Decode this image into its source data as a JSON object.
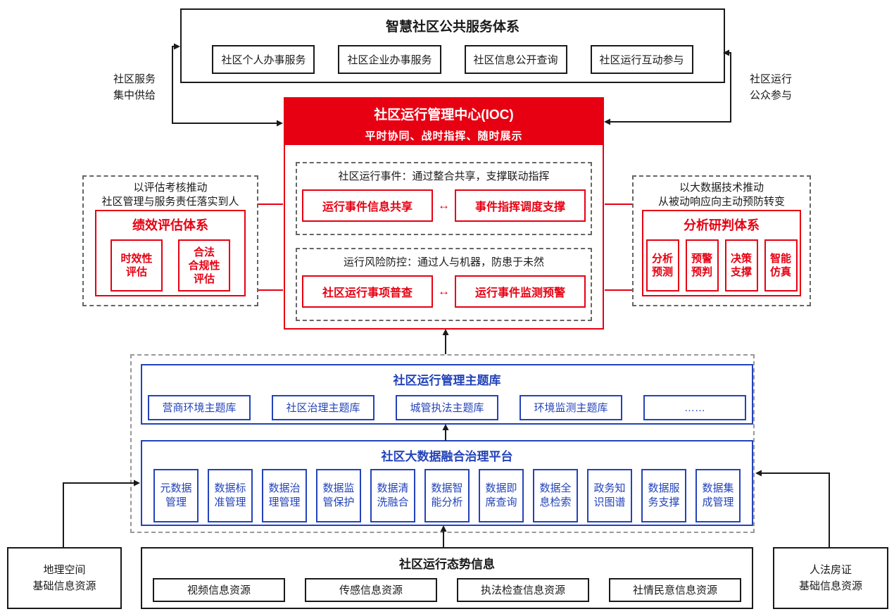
{
  "colors": {
    "red": "#e60012",
    "blue": "#2343b9",
    "black": "#1a1a1a",
    "dash_gray": "#808080"
  },
  "top_system": {
    "title": "智慧社区公共服务体系",
    "items": [
      "社区个人办事服务",
      "社区企业办事服务",
      "社区信息公开查询",
      "社区运行互动参与"
    ]
  },
  "side_labels": {
    "left": "社区服务\n集中供给",
    "right": "社区运行\n公众参与"
  },
  "ioc": {
    "title": "社区运行管理中心(IOC)",
    "subtitle": "平时协同、战时指挥、随时展示",
    "event_section": {
      "label": "社区运行事件：通过整合共享，支撑联动指挥",
      "left_box": "运行事件信息共享",
      "arrow": "↔",
      "right_box": "事件指挥调度支撑"
    },
    "risk_section": {
      "label": "运行风险防控：通过人与机器，防患于未然",
      "left_box": "社区运行事项普查",
      "arrow": "↔",
      "right_box": "运行事件监测预警"
    }
  },
  "left_panel": {
    "caption": "以评估考核推动\n社区管理与服务责任落实到人",
    "title": "绩效评估体系",
    "items": [
      "时效性\n评估",
      "合法\n合规性\n评估"
    ]
  },
  "right_panel": {
    "caption": "以大数据技术推动\n从被动响应向主动预防转变",
    "title": "分析研判体系",
    "items": [
      "分析\n预测",
      "预警\n预判",
      "决策\n支撑",
      "智能\n仿真"
    ]
  },
  "theme_library": {
    "title": "社区运行管理主题库",
    "items": [
      "营商环境主题库",
      "社区治理主题库",
      "城管执法主题库",
      "环境监测主题库",
      "……"
    ]
  },
  "platform": {
    "title": "社区大数据融合治理平台",
    "items": [
      "元数据\n管理",
      "数据标\n准管理",
      "数据治\n理管理",
      "数据监\n管保护",
      "数据清\n洗融合",
      "数据智\n能分析",
      "数据即\n席查询",
      "数据全\n息检索",
      "政务知\n识图谱",
      "数据服\n务支撑",
      "数据集\n成管理"
    ]
  },
  "situation": {
    "title": "社区运行态势信息",
    "items": [
      "视频信息资源",
      "传感信息资源",
      "执法检查信息资源",
      "社情民意信息资源"
    ]
  },
  "base_left": "地理空间\n基础信息资源",
  "base_right": "人法房证\n基础信息资源"
}
